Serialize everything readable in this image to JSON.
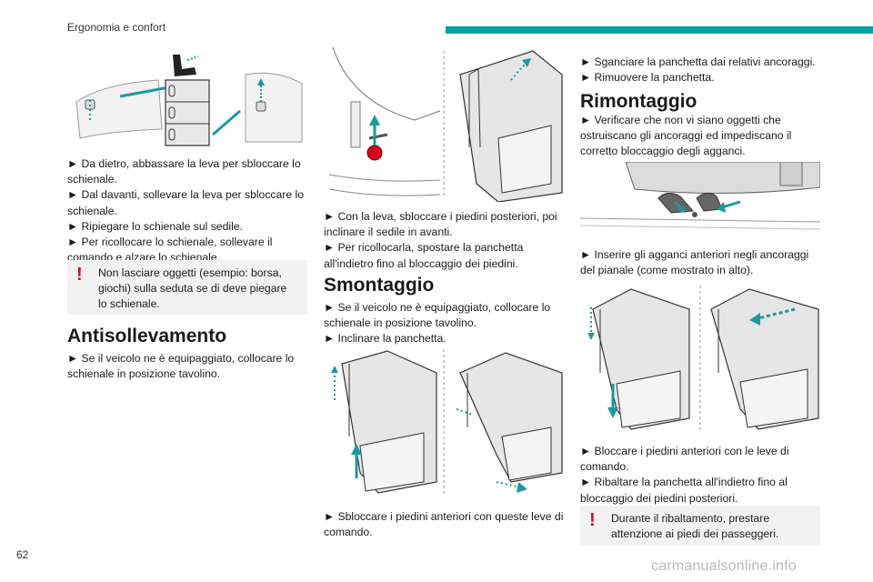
{
  "header": {
    "section": "Ergonomia e confort"
  },
  "page_number": "62",
  "watermark": "carmanualsonline.info",
  "colors": {
    "accent": "#00a0a8",
    "warning": "#e2001a",
    "note_bg": "#f2f2f2",
    "arrow": "#1a9aa0"
  },
  "col1": {
    "steps": [
      "► Da dietro, abbassare la leva per sbloccare lo schienale.",
      "► Dal davanti, sollevare la leva per sbloccare lo schienale.",
      "► Ripiegare lo schienale sul sedile.",
      "► Per ricollocare lo schienale, sollevare il comando e alzare lo schienale."
    ],
    "warning": "Non lasciare oggetti (esempio: borsa, giochi) sulla seduta se di deve piegare lo schienale.",
    "heading": "Antisollevamento",
    "steps2": [
      "► Se il veicolo ne è equipaggiato, collocare lo schienale in posizione tavolino."
    ]
  },
  "col2": {
    "steps": [
      "► Con la leva, sbloccare i piedini posteriori, poi inclinare il sedile in avanti.",
      "► Per ricollocarla, spostare la panchetta all'indietro fino al bloccaggio dei piedini."
    ],
    "heading": "Smontaggio",
    "steps2": [
      "► Se il veicolo ne è equipaggiato, collocare lo schienale in posizione tavolino.",
      "► Inclinare la panchetta."
    ],
    "steps3": [
      "► Sbloccare i piedini anteriori con queste leve di comando."
    ]
  },
  "col3": {
    "steps": [
      "► Sganciare la panchetta dai relativi ancoraggi.",
      "► Rimuovere la panchetta."
    ],
    "heading": "Rimontaggio",
    "steps2": [
      "► Verificare che non vi siano oggetti che ostruiscano gli ancoraggi ed impediscano il corretto bloccaggio degli agganci."
    ],
    "steps3": [
      "► Inserire gli agganci anteriori negli ancoraggi del pianale (come mostrato in alto)."
    ],
    "steps4": [
      "► Bloccare i piedini anteriori con le leve di comando.",
      "► Ribaltare la panchetta all'indietro fino al bloccaggio dei piedini posteriori."
    ],
    "warning": "Durante il ribaltamento, prestare attenzione ai piedi dei passeggeri."
  }
}
